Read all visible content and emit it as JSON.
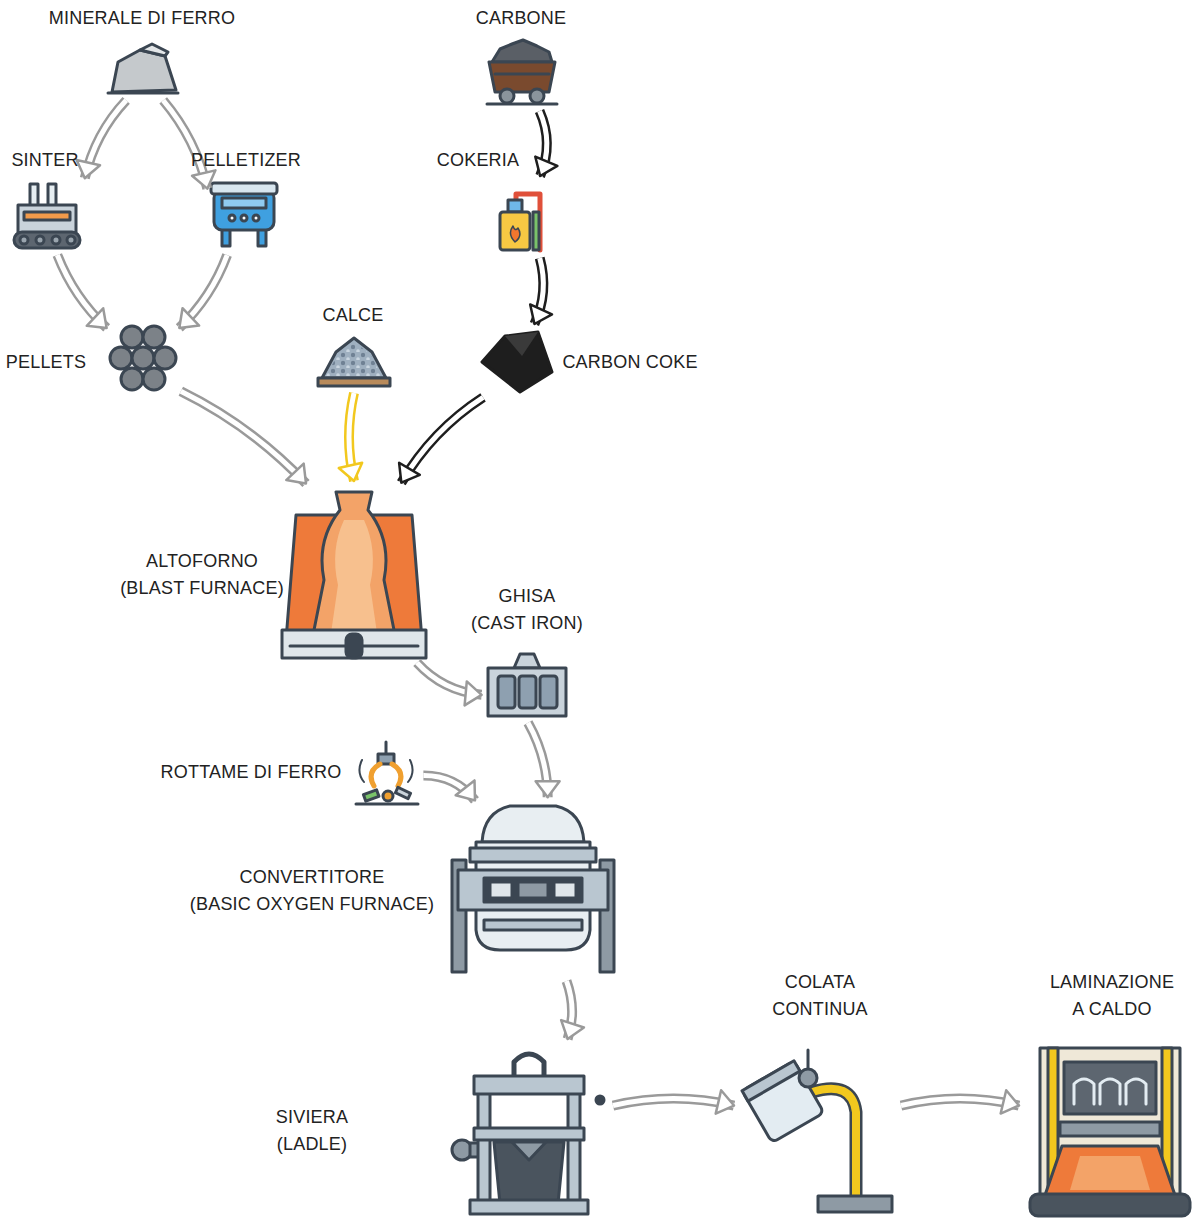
{
  "diagram": {
    "nodes": [
      {
        "text": [
          "MINERALE DI FERRO"
        ]
      },
      {
        "text": [
          "SINTER"
        ]
      },
      {
        "text": [
          "PELLETIZER"
        ]
      },
      {
        "text": [
          "PELLETS"
        ]
      },
      {
        "text": [
          "CARBONE"
        ]
      },
      {
        "text": [
          "COKERIA"
        ]
      },
      {
        "text": [
          "CARBON COKE"
        ]
      },
      {
        "text": [
          "CALCE"
        ]
      },
      {
        "text": [
          "ALTOFORNO (BLAST FURNACE)"
        ]
      },
      {
        "text": [
          "GHISA (CAST IRON)"
        ]
      },
      {
        "text": [
          "ROTTAME DI FERRO"
        ]
      },
      {
        "text": [
          "CONVERTITORE (BASIC OXYGEN FURNACE)"
        ]
      },
      {
        "text": [
          "SIVIERA (LADLE)"
        ]
      },
      {
        "text": [
          "COLATA CONTINUA"
        ]
      },
      {
        "text": [
          "LAMINAZIONE A CALDO"
        ]
      }
    ],
    "edges": [
      {
        "from": 0,
        "to": 1,
        "arrow": "to"
      },
      {
        "from": 0,
        "to": 2,
        "arrow": "to"
      },
      {
        "from": 1,
        "to": 3,
        "arrow": "to"
      },
      {
        "from": 2,
        "to": 3,
        "arrow": "to"
      },
      {
        "from": 4,
        "to": 5,
        "arrow": "to"
      },
      {
        "from": 5,
        "to": 6,
        "arrow": "to"
      },
      {
        "from": 3,
        "to": 8,
        "arrow": "to"
      },
      {
        "from": 7,
        "to": 8,
        "arrow": "to"
      },
      {
        "from": 6,
        "to": 8,
        "arrow": "to"
      },
      {
        "from": 8,
        "to": 9,
        "arrow": "to"
      },
      {
        "from": 10,
        "to": 11,
        "arrow": "to"
      },
      {
        "from": 9,
        "to": 11,
        "arrow": "to"
      },
      {
        "from": 11,
        "to": 12,
        "arrow": "to"
      },
      {
        "from": 12,
        "to": 13,
        "arrow": "to"
      },
      {
        "from": 13,
        "to": 14,
        "arrow": "to"
      }
    ]
  }
}
